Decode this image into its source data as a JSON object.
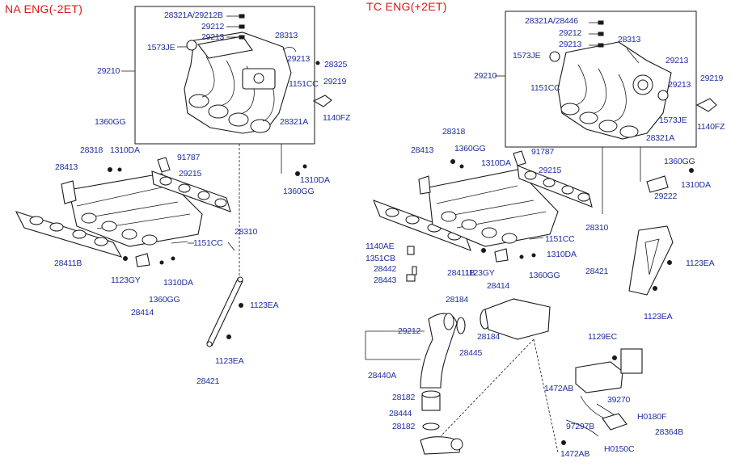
{
  "headings": {
    "na": "NA ENG(-2ET)",
    "tc": "TC ENG(+2ET)"
  },
  "na_labels": {
    "l28321A_29212B": "28321A/29212B",
    "l29212": "29212",
    "l29213": "29213",
    "l28313": "28313",
    "l1573JE": "1573JE",
    "l29213b": "29213",
    "l28325": "28325",
    "l29210": "29210",
    "l1151CC": "1151CC",
    "l29219": "29219",
    "l28321A": "28321A",
    "l1140FZ": "1140FZ",
    "l1360GG": "1360GG",
    "l28318": "28318",
    "l1310DA": "1310DA",
    "l91787": "91787",
    "l28413": "28413",
    "l29215": "29215",
    "l1310DA_b": "1310DA",
    "l1360GG_b": "1360GG",
    "l28310": "28310",
    "l1151CC_b": "1151CC",
    "l28411B": "28411B",
    "l1123GY": "1123GY",
    "l1310DA_c": "1310DA",
    "l1360GG_c": "1360GG",
    "l28414": "28414",
    "l1123EA": "1123EA",
    "l1123EA_b": "1123EA",
    "l28421": "28421"
  },
  "tc_labels": {
    "l28321A_28446": "28321A/28446",
    "l29212": "29212",
    "l29213": "29213",
    "l28313": "28313",
    "l1573JE": "1573JE",
    "l29213b": "29213",
    "l29210": "29210",
    "l1151CC": "1151CC",
    "l29213c": "29213",
    "l29219": "29219",
    "l1573JE_b": "1573JE",
    "l1140FZ": "1140FZ",
    "l28321A": "28321A",
    "l28318": "28318",
    "l1360GG": "1360GG",
    "l28413": "28413",
    "l1310DA": "1310DA",
    "l91787": "91787",
    "l1360GG_b": "1360GG",
    "l29215": "29215",
    "l1310DA_b": "1310DA",
    "l29222": "29222",
    "l28310": "28310",
    "l1151CC_b": "1151CC",
    "l1140AE": "1140AE",
    "l1351CB": "1351CB",
    "l28442": "28442",
    "l28443": "28443",
    "l28411B": "28411B",
    "l1123GY": "1123GY",
    "l1310DA_c": "1310DA",
    "l1360GG_c": "1360GG",
    "l28414": "28414",
    "l28421": "28421",
    "l1123EA": "1123EA",
    "l1123EA_b": "1123EA",
    "l28184": "28184",
    "l29212b": "29212",
    "l28184_b": "28184",
    "l28445": "28445",
    "l1129EC": "1129EC",
    "l28440A": "28440A",
    "l1472AB": "1472AB",
    "l39270": "39270",
    "l28182": "28182",
    "l28444": "28444",
    "l28182_b": "28182",
    "lH0180F": "H0180F",
    "l97297B": "97297B",
    "l28364B": "28364B",
    "lH0150C": "H0150C",
    "l1472AB_b": "1472AB"
  }
}
